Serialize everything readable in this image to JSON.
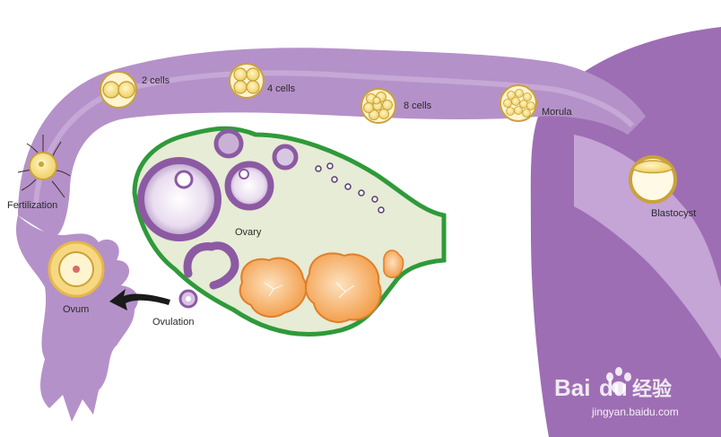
{
  "labels": {
    "two_cells": "2 cells",
    "four_cells": "4 cells",
    "eight_cells": "8 cells",
    "morula": "Morula",
    "blastocyst": "Blastocyst",
    "fertilization": "Fertilization",
    "ovary": "Ovary",
    "ovum": "Ovum",
    "ovulation": "Ovulation"
  },
  "watermark": {
    "brand": "Bai",
    "brand_tail": "du",
    "cn": "经验",
    "url": "jingyan.baidu.com"
  },
  "colors": {
    "tube": "#b591c9",
    "tube_dark": "#9b6db3",
    "uterus": "#9e6eb4",
    "ovary_fill": "#e6ecd5",
    "ovary_outline": "#2f9a3a",
    "follicle": "#8c5aa3",
    "corpus": "#f2a65a",
    "cell_yellow": "#f7e08a",
    "cell_edge": "#c9a23a"
  }
}
